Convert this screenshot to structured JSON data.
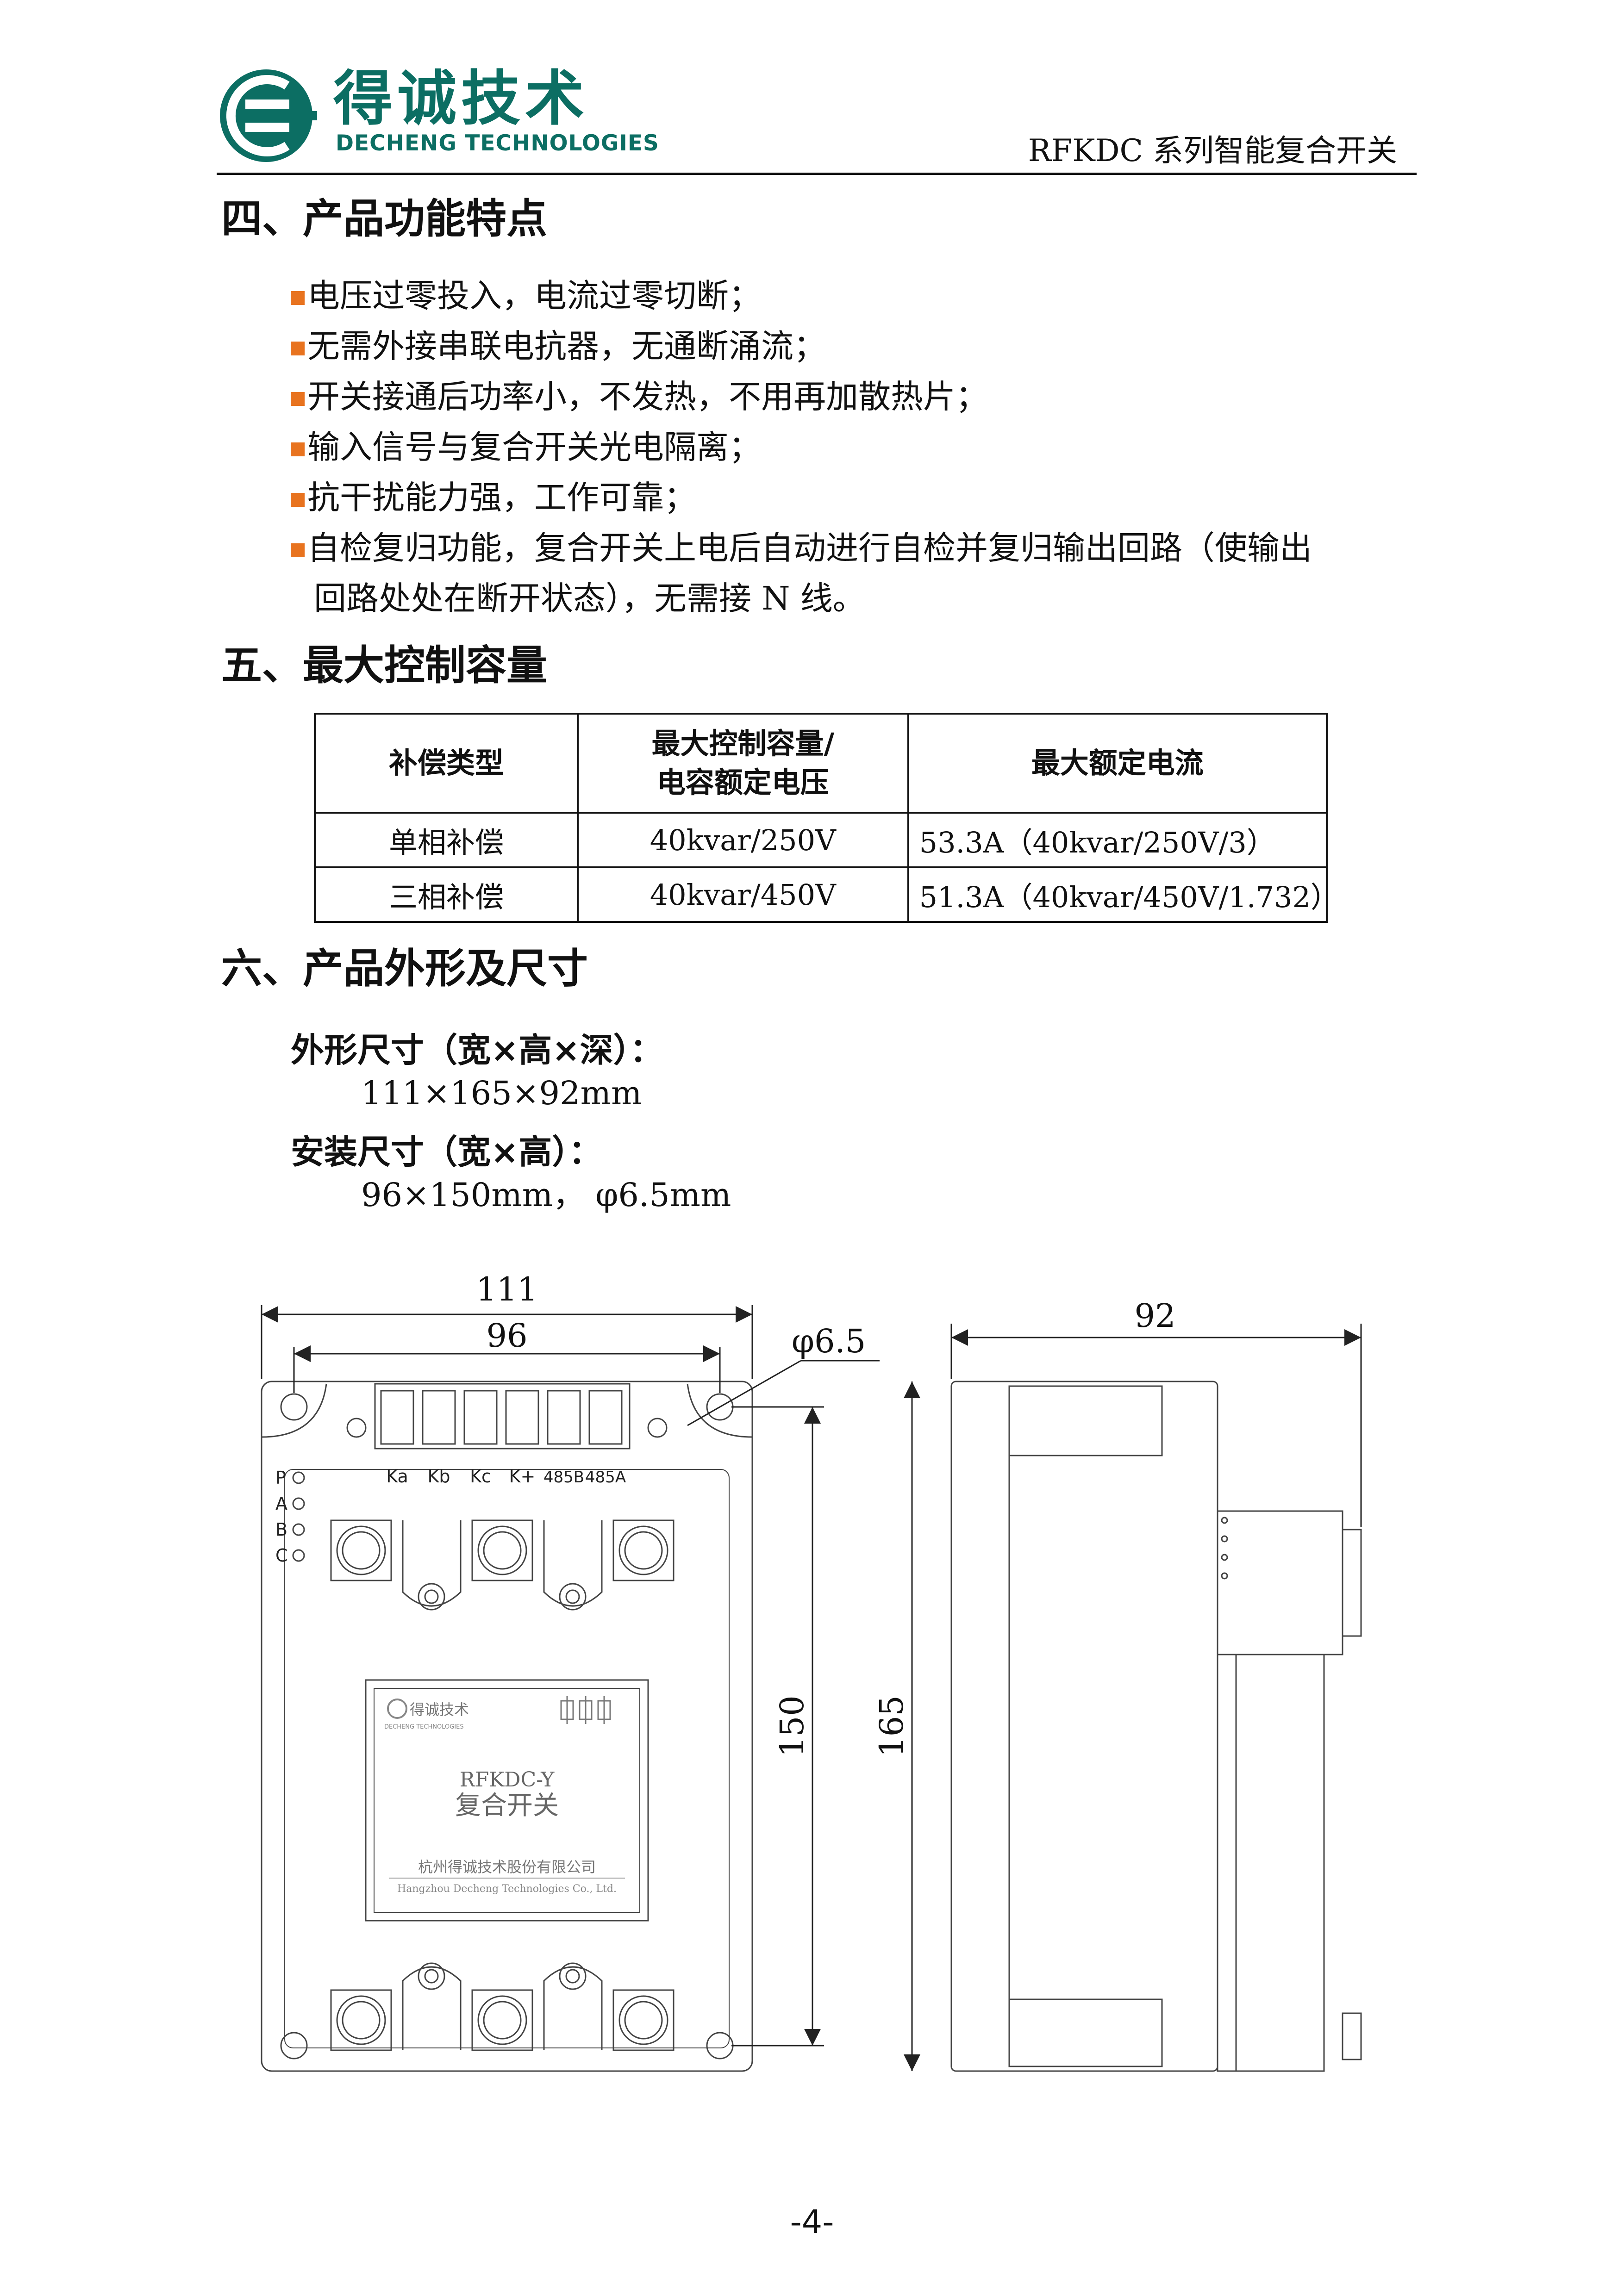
{
  "header": {
    "brand_cn": "得诚技术",
    "brand_en": "DECHENG TECHNOLOGIES",
    "doc_title": "RFKDC 系列智能复合开关"
  },
  "colors": {
    "brand": "#0c6e63",
    "bullet": "#e8731f"
  },
  "section4": {
    "title": "四、产品功能特点",
    "items": [
      "电压过零投入，电流过零切断；",
      "无需外接串联电抗器，无通断涌流；",
      "开关接通后功率小，不发热，不用再加散热片；",
      "输入信号与复合开关光电隔离；",
      "抗干扰能力强，工作可靠；",
      "自检复归功能，复合开关上电后自动进行自检并复归输出回路（使输出"
    ],
    "item_continuation": "回路处处在断开状态），无需接 N 线。"
  },
  "section5": {
    "title": "五、最大控制容量",
    "table": {
      "headers": [
        "补偿类型",
        "最大控制容量/",
        "电容额定电压",
        "最大额定电流"
      ],
      "rows": [
        [
          "单相补偿",
          "40kvar/250V",
          "53.3A（40kvar/250V/3）"
        ],
        [
          "三相补偿",
          "40kvar/450V",
          "51.3A（40kvar/450V/1.732）"
        ]
      ]
    }
  },
  "section6": {
    "title": "六、产品外形及尺寸",
    "outline_label": "外形尺寸（宽×高×深）：",
    "outline_value": "111×165×92mm",
    "mount_label": "安装尺寸（宽×高）：",
    "mount_value": "96×150mm， φ6.5mm"
  },
  "drawing": {
    "dim_width_outer": "111",
    "dim_width_mount": "96",
    "dim_hole": "φ6.5",
    "dim_depth": "92",
    "dim_height_mount": "150",
    "dim_height_outer": "165",
    "terminal_labels": [
      "Ka",
      "Kb",
      "Kc",
      "K+",
      "485B",
      "485A"
    ],
    "led_labels": [
      "P",
      "A",
      "B",
      "C"
    ],
    "label_brand": "得诚技术",
    "label_brand_en": "DECHENG TECHNOLOGIES",
    "label_model": "RFKDC-Y",
    "label_name": "复合开关",
    "label_company_cn": "杭州得诚技术股份有限公司",
    "label_company_en": "Hangzhou Decheng Technologies Co., Ltd."
  },
  "page_number": "-4-"
}
